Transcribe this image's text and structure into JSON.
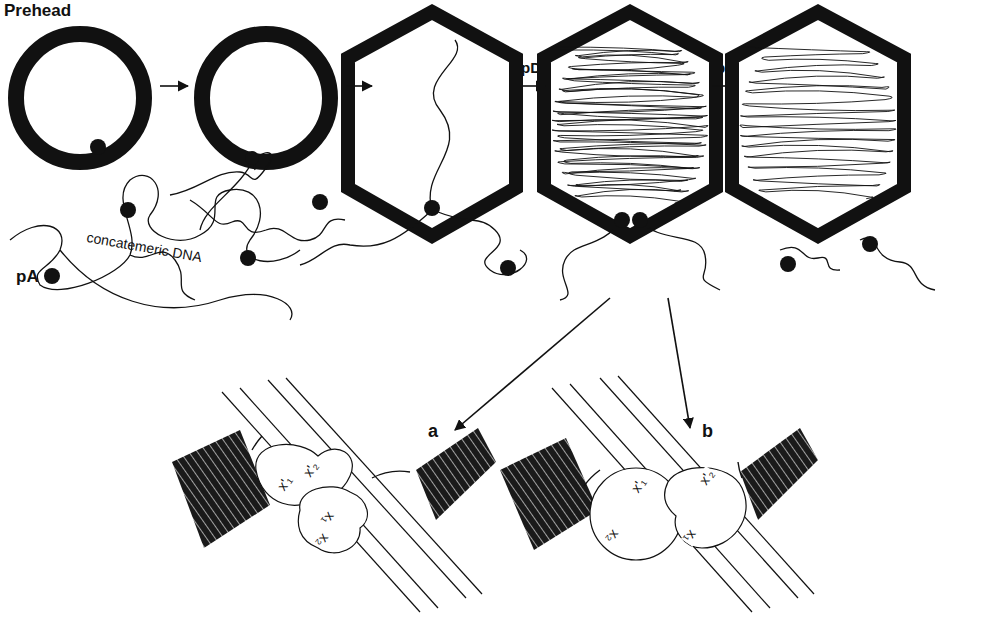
{
  "diagram": {
    "labels": [
      "Prehead",
      "concatemeric DNA",
      "pA",
      "pD?",
      "pD",
      "a",
      "x'₂",
      "x'₁",
      "x₁",
      "x₂",
      "b",
      "x'₁",
      "x'₂",
      "x₂",
      "x₁"
    ]
  }
}
